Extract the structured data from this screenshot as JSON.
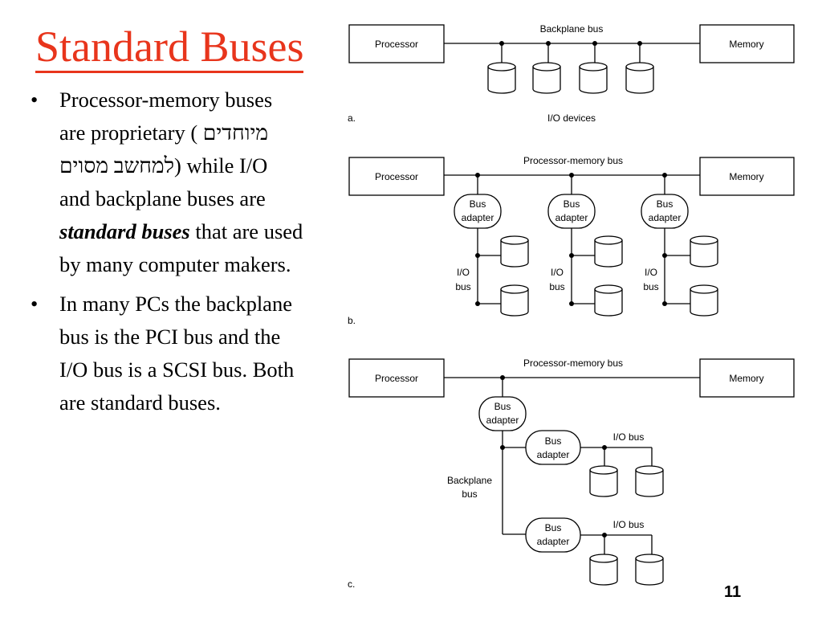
{
  "slide": {
    "title": "Standard Buses",
    "page_number": "11",
    "bullet_marker": "•",
    "bullet1": {
      "part1": "Processor-memory buses are proprietary ( ",
      "hebrew1": "מיוחדים למחשב",
      "hebrew2": "מסוים",
      "part2": ") while I/O and backplane buses are ",
      "emphasis": "standard buses",
      "part3": " that are used by many computer makers."
    },
    "bullet2": "In many PCs the backplane bus is the PCI bus and the I/O bus is a SCSI bus. Both are standard buses."
  },
  "diagram": {
    "a": {
      "label": "a.",
      "bus_label": "Backplane bus",
      "processor": "Processor",
      "memory": "Memory",
      "devices_label": "I/O devices"
    },
    "b": {
      "label": "b.",
      "bus_label": "Processor-memory bus",
      "processor": "Processor",
      "memory": "Memory",
      "adapter_line1": "Bus",
      "adapter_line2": "adapter",
      "io_line1": "I/O",
      "io_line2": "bus"
    },
    "c": {
      "label": "c.",
      "bus_label": "Processor-memory bus",
      "processor": "Processor",
      "memory": "Memory",
      "adapter_line1": "Bus",
      "adapter_line2": "adapter",
      "backplane_line1": "Backplane",
      "backplane_line2": "bus",
      "io_bus_label": "I/O bus"
    }
  }
}
